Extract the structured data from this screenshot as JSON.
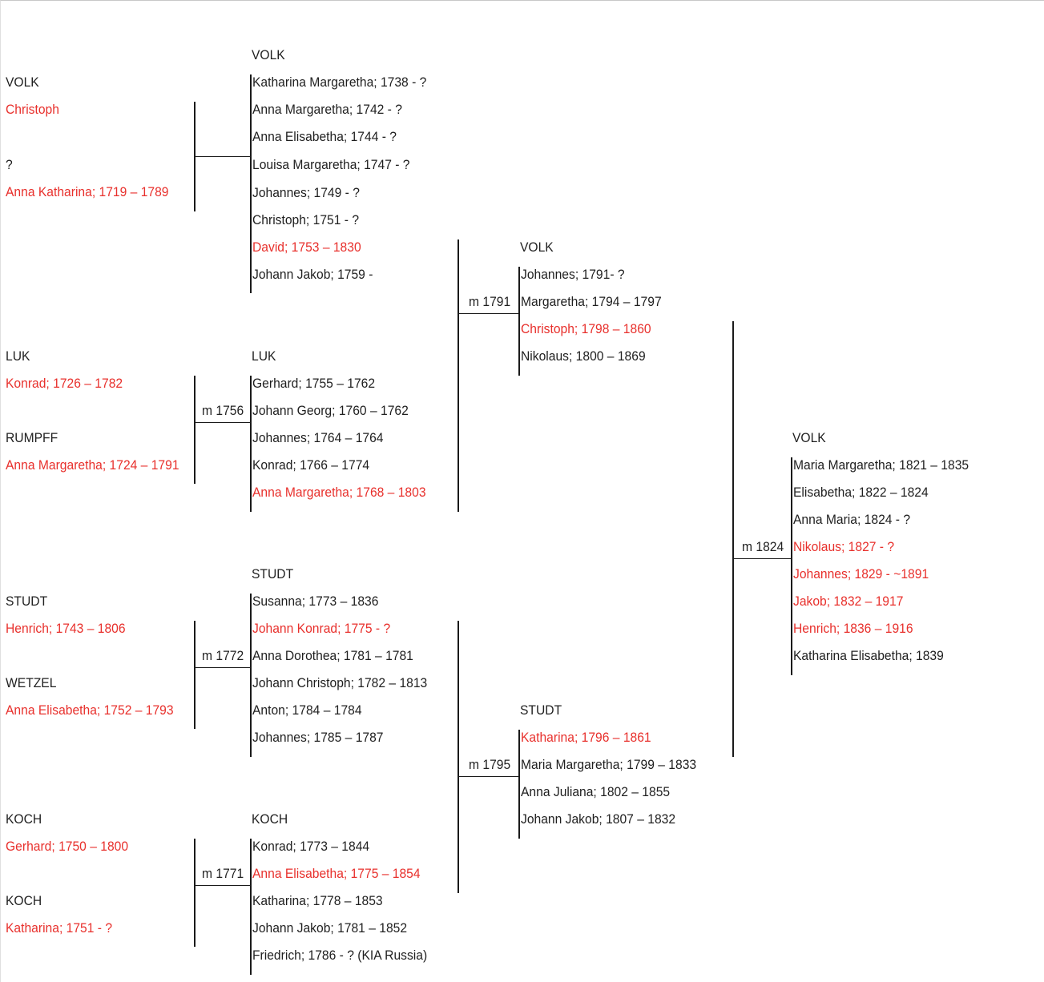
{
  "colors": {
    "text": "#1f1f1f",
    "highlight": "#e8302c",
    "line": "#1a1a1a"
  },
  "grandparents": [
    {
      "surname": "VOLK",
      "name": "Christoph",
      "spouse_surname": "?",
      "spouse_name": "Anna Katharina; 1719 – 1789"
    },
    {
      "surname": "LUK",
      "name": "Konrad; 1726 – 1782",
      "spouse_surname": "RUMPFF",
      "spouse_name": "Anna Margaretha; 1724 – 1791",
      "marriage": "m 1756"
    },
    {
      "surname": "STUDT",
      "name": "Henrich; 1743 – 1806",
      "spouse_surname": "WETZEL",
      "spouse_name": "Anna Elisabetha; 1752 – 1793",
      "marriage": "m 1772"
    },
    {
      "surname": "KOCH",
      "name": "Gerhard; 1750 – 1800",
      "spouse_surname": "KOCH",
      "spouse_name": "Katharina; 1751 - ?",
      "marriage": "m 1771"
    }
  ],
  "families_col2": [
    {
      "surname": "VOLK",
      "children": [
        {
          "text": "Katharina Margaretha; 1738 - ?",
          "highlight": false
        },
        {
          "text": "Anna Margaretha; 1742 - ?",
          "highlight": false
        },
        {
          "text": "Anna Elisabetha; 1744 - ?",
          "highlight": false
        },
        {
          "text": "Louisa Margaretha; 1747 - ?",
          "highlight": false
        },
        {
          "text": "Johannes; 1749 - ?",
          "highlight": false
        },
        {
          "text": "Christoph; 1751 - ?",
          "highlight": false
        },
        {
          "text": "David; 1753 – 1830",
          "highlight": true
        },
        {
          "text": "Johann Jakob; 1759 -",
          "highlight": false
        }
      ]
    },
    {
      "surname": "LUK",
      "children": [
        {
          "text": "Gerhard; 1755 – 1762",
          "highlight": false
        },
        {
          "text": "Johann Georg; 1760 – 1762",
          "highlight": false
        },
        {
          "text": "Johannes; 1764 – 1764",
          "highlight": false
        },
        {
          "text": "Konrad; 1766 – 1774",
          "highlight": false
        },
        {
          "text": "Anna Margaretha; 1768 – 1803",
          "highlight": true
        }
      ]
    },
    {
      "surname": "STUDT",
      "children": [
        {
          "text": "Susanna; 1773 – 1836",
          "highlight": false
        },
        {
          "text": "Johann Konrad; 1775 - ?",
          "highlight": true
        },
        {
          "text": "Anna Dorothea; 1781 – 1781",
          "highlight": false
        },
        {
          "text": "Johann Christoph; 1782 – 1813",
          "highlight": false
        },
        {
          "text": "Anton; 1784 – 1784",
          "highlight": false
        },
        {
          "text": "Johannes; 1785 – 1787",
          "highlight": false
        }
      ]
    },
    {
      "surname": "KOCH",
      "children": [
        {
          "text": "Konrad; 1773 – 1844",
          "highlight": false
        },
        {
          "text": "Anna Elisabetha; 1775 – 1854",
          "highlight": true
        },
        {
          "text": "Katharina; 1778 – 1853",
          "highlight": false
        },
        {
          "text": "Johann Jakob; 1781 – 1852",
          "highlight": false
        },
        {
          "text": "Friedrich; 1786 - ? (KIA Russia)",
          "highlight": false
        }
      ]
    }
  ],
  "families_col3": [
    {
      "surname": "VOLK",
      "marriage": "m 1791",
      "children": [
        {
          "text": "Johannes; 1791- ?",
          "highlight": false
        },
        {
          "text": "Margaretha; 1794 – 1797",
          "highlight": false
        },
        {
          "text": "Christoph; 1798 – 1860",
          "highlight": true
        },
        {
          "text": "Nikolaus; 1800 – 1869",
          "highlight": false
        }
      ]
    },
    {
      "surname": "STUDT",
      "marriage": "m 1795",
      "children": [
        {
          "text": "Katharina; 1796 – 1861",
          "highlight": true
        },
        {
          "text": "Maria Margaretha; 1799 – 1833",
          "highlight": false
        },
        {
          "text": "Anna Juliana; 1802 – 1855",
          "highlight": false
        },
        {
          "text": "Johann Jakob; 1807 – 1832",
          "highlight": false
        }
      ]
    }
  ],
  "family_col4": {
    "surname": "VOLK",
    "marriage": "m 1824",
    "children": [
      {
        "text": "Maria Margaretha; 1821 – 1835",
        "highlight": false
      },
      {
        "text": "Elisabetha; 1822 – 1824",
        "highlight": false
      },
      {
        "text": "Anna Maria; 1824 - ?",
        "highlight": false
      },
      {
        "text": "Nikolaus; 1827 - ?",
        "highlight": true
      },
      {
        "text": "Johannes; 1829 - ~1891",
        "highlight": true
      },
      {
        "text": "Jakob; 1832 – 1917",
        "highlight": true
      },
      {
        "text": "Henrich; 1836 – 1916",
        "highlight": true
      },
      {
        "text": "Katharina Elisabetha; 1839",
        "highlight": false
      }
    ]
  }
}
